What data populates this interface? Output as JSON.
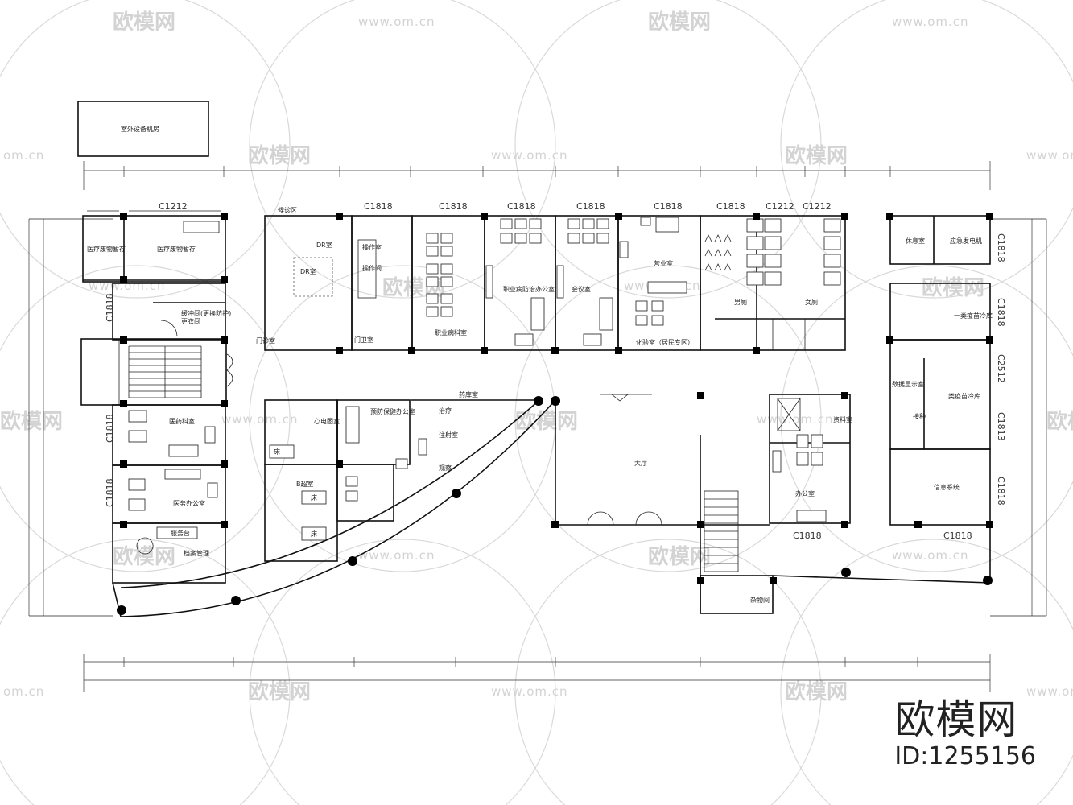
{
  "watermark": {
    "logo_text": "欧模网",
    "url_text": "www.om.cn",
    "url_text_short": "om.cn"
  },
  "brand": {
    "name": "欧模网",
    "id_text": "ID:1255156"
  },
  "window_tags": {
    "c1212": "C1212",
    "c1818": "C1818",
    "c2512": "C2512",
    "c1813": "C1813"
  },
  "room_labels": {
    "dr_room": "DR室",
    "dr_inner": "DR室",
    "hall": "大厅",
    "office": "办公室",
    "mens_toilet": "男厕",
    "womens_toilet": "女厕"
  }
}
